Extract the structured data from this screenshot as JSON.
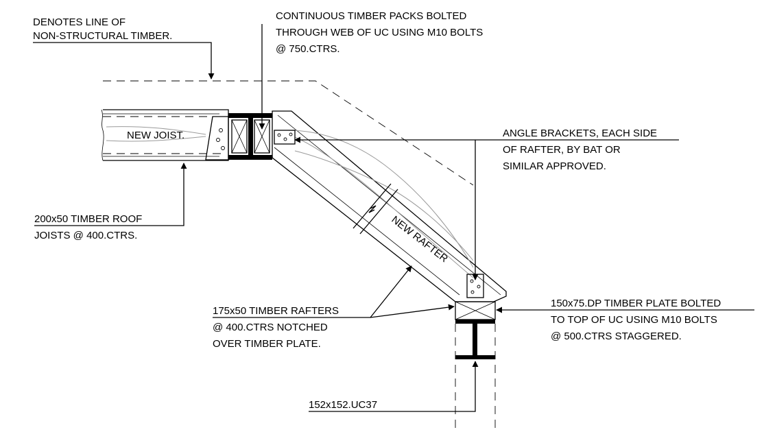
{
  "notes": {
    "line_of_timber": [
      "DENOTES LINE OF",
      "NON-STRUCTURAL TIMBER."
    ],
    "timber_packs": [
      "CONTINUOUS TIMBER PACKS BOLTED",
      "THROUGH WEB OF UC USING M10 BOLTS",
      "@ 750.CTRS."
    ],
    "angle_brackets": [
      "ANGLE BRACKETS, EACH SIDE",
      "OF RAFTER, BY BAT OR",
      "SIMILAR APPROVED."
    ],
    "roof_joists": [
      "200x50 TIMBER ROOF",
      "JOISTS @ 400.CTRS."
    ],
    "rafters": [
      "175x50 TIMBER RAFTERS",
      "@ 400.CTRS NOTCHED",
      "OVER TIMBER PLATE."
    ],
    "timber_plate": [
      "150x75.DP TIMBER PLATE BOLTED",
      "TO TOP OF UC USING M10 BOLTS",
      "@ 500.CTRS STAGGERED."
    ],
    "column": [
      "152x152.UC37"
    ]
  },
  "members": {
    "joist_label": "NEW JOIST.",
    "rafter_label": "NEW RAFTER"
  },
  "colors": {
    "ink": "#000000",
    "grain": "#9a9a9a",
    "background": "#ffffff"
  }
}
